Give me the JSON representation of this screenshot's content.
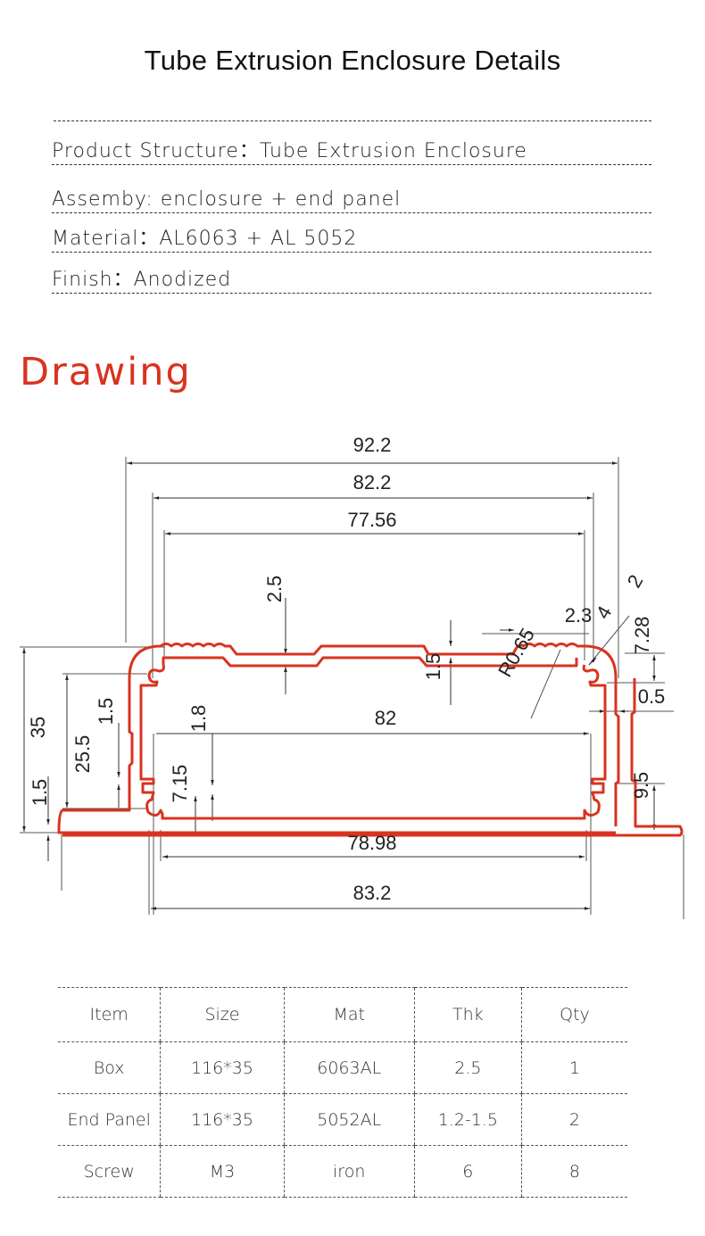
{
  "header": {
    "title": "Tube Extrusion Enclosure Details"
  },
  "specs": [
    {
      "label": "Product Structure",
      "value": "Tube Extrusion Enclosure",
      "text": "Product Structure：Tube Extrusion Enclosure"
    },
    {
      "label": "Assemby",
      "value": "enclosure + end panel",
      "text": "Assemby:  enclosure + end panel"
    },
    {
      "label": "Material",
      "value": "AL6063 + AL 5052",
      "text": "Material：AL6063 + AL 5052"
    },
    {
      "label": "Finish",
      "value": "Anodized",
      "text": "Finish：Anodized"
    }
  ],
  "drawing": {
    "heading": "Drawing",
    "profile_color": "#d9331f",
    "dimensions": {
      "overall_width": "92.2",
      "outer_body_width": "82.2",
      "top_inner_width": "77.56",
      "top_recess": "2.5",
      "top_step": "1.5",
      "groove_radius": "R0.65",
      "corner_offset": "2.3",
      "corner_angle": "4",
      "corner_2": "2",
      "slot_height": "7.28",
      "wall_gap": "0.5",
      "height": "35",
      "inner_height": "25.5",
      "side_1_5": "1.5",
      "flange_thickness": "1.5",
      "rib_1_8": "1.8",
      "slot_7_15": "7.15",
      "inner_span": "82",
      "flange_9_5": "9.5",
      "bottom_inner_width": "78.98",
      "bottom_outer_width": "83.2"
    }
  },
  "table": {
    "headers": [
      "Item",
      "Size",
      "Mat",
      "Thk",
      "Qty"
    ],
    "rows": [
      [
        "Box",
        "116*35",
        "6063AL",
        "2.5",
        "1"
      ],
      [
        "End Panel",
        "116*35",
        "5052AL",
        "1.2-1.5",
        "2"
      ],
      [
        "Screw",
        "M3",
        "iron",
        "6",
        "8"
      ]
    ]
  }
}
